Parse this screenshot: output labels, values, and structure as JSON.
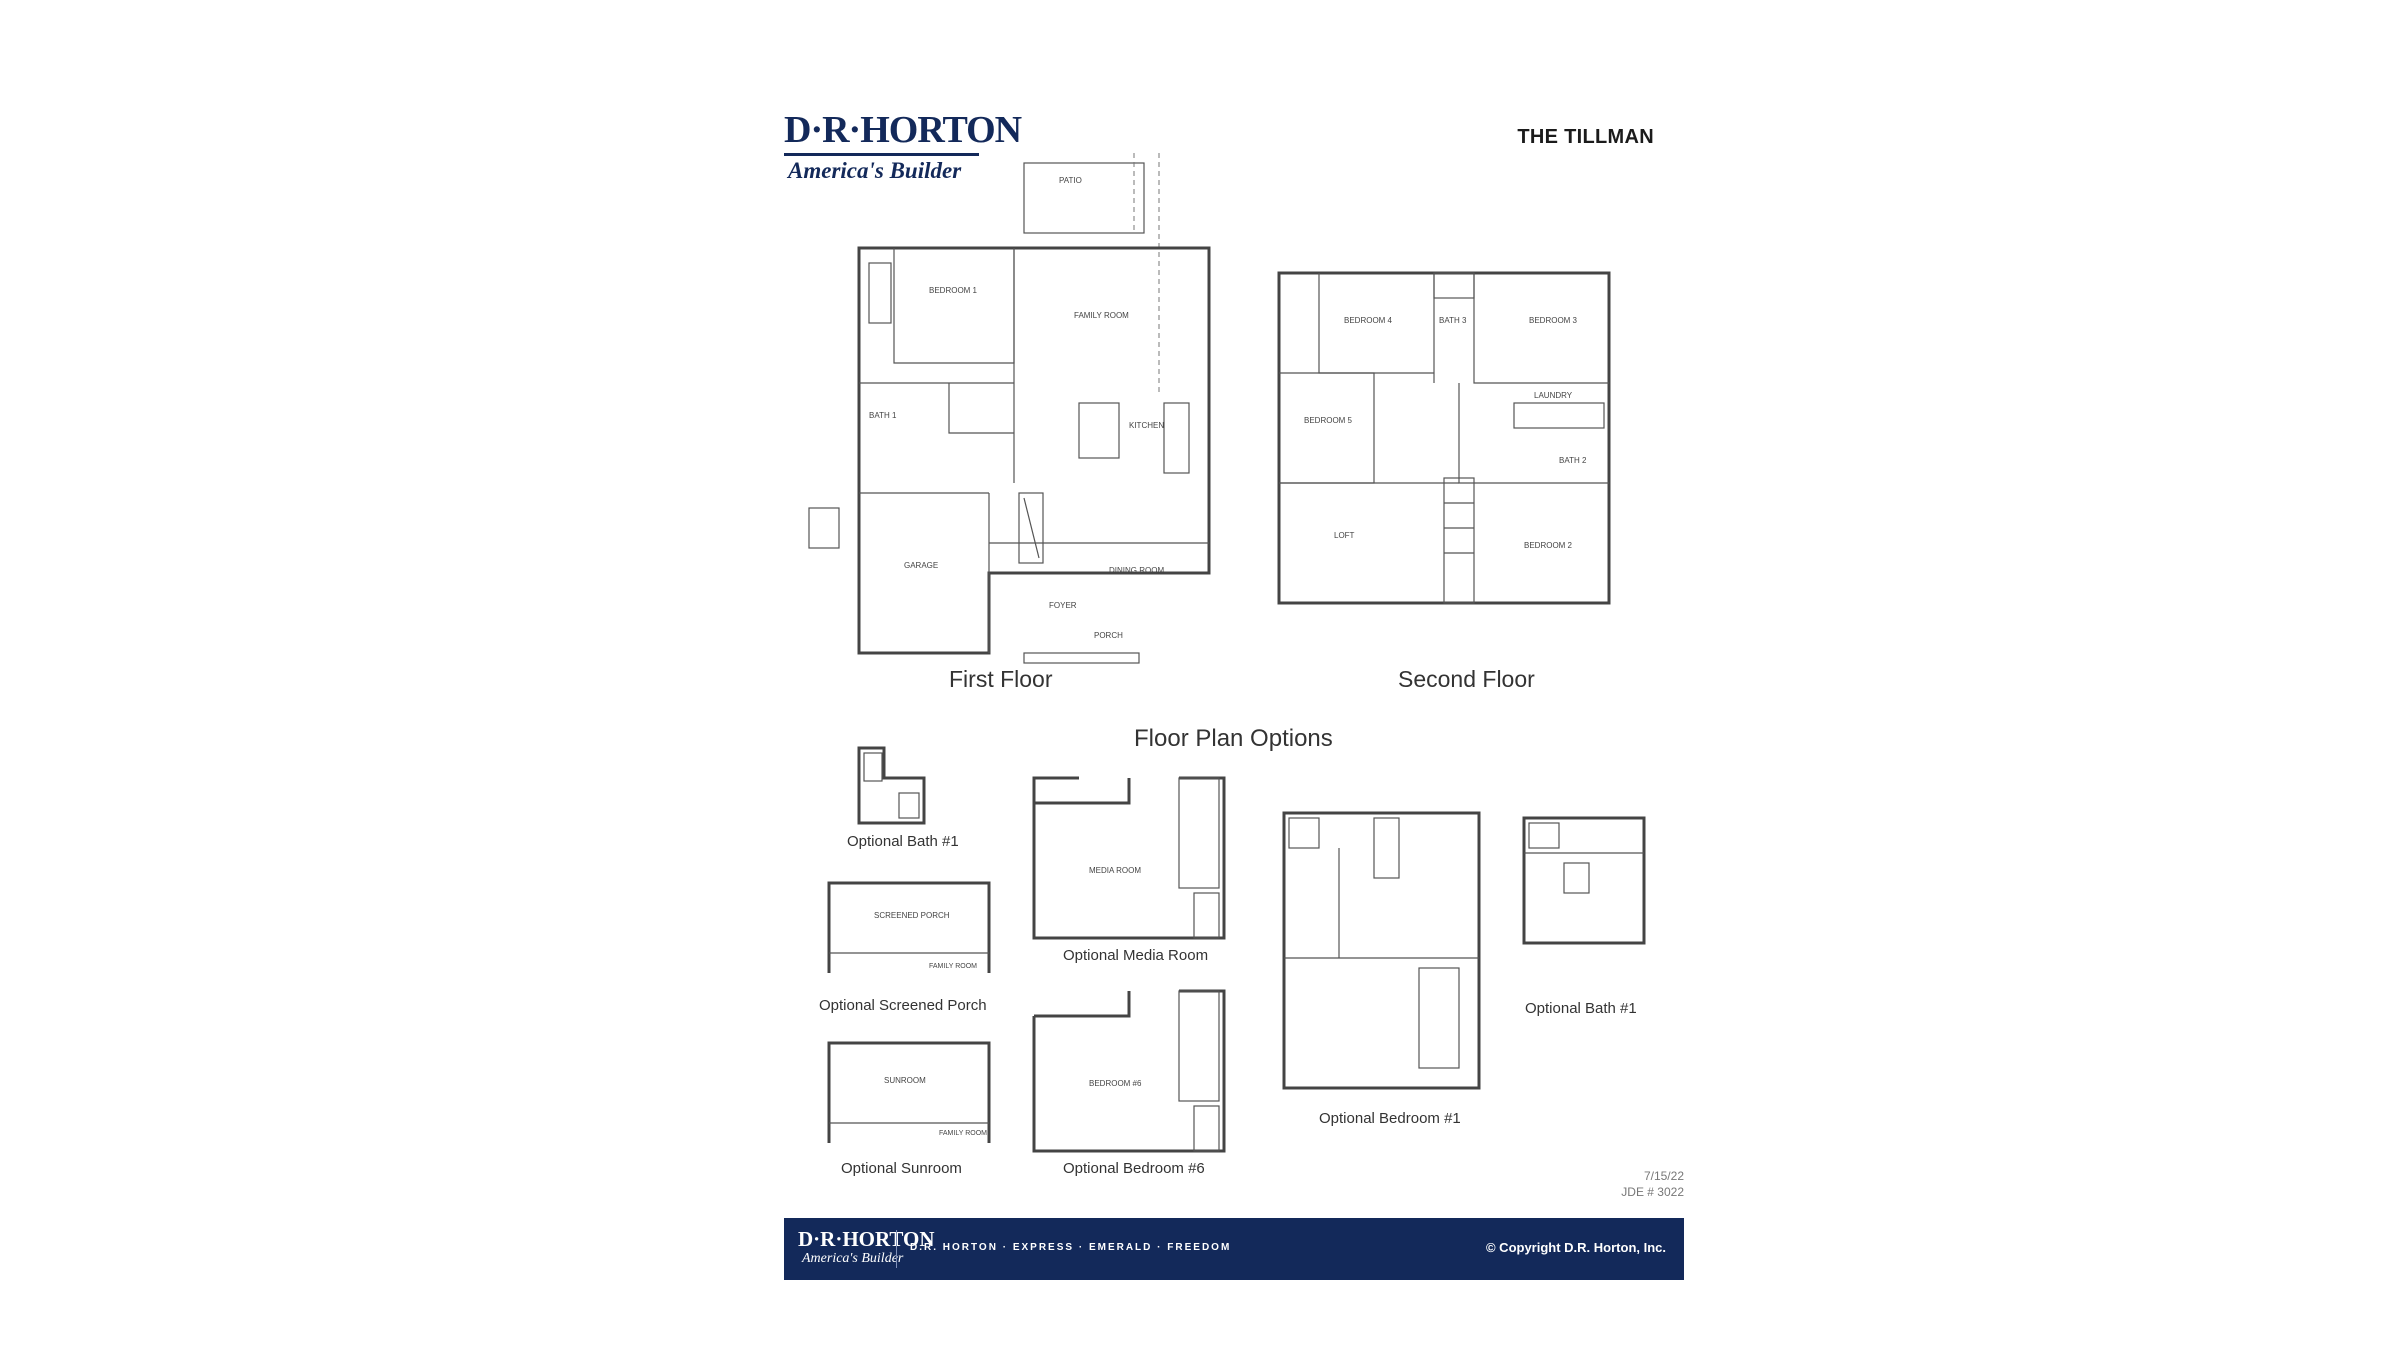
{
  "brand": {
    "name": "D·R·HORTON",
    "tagline": "America's Builder"
  },
  "plan_name": "THE TILLMAN",
  "floors": {
    "first": "First Floor",
    "second": "Second Floor"
  },
  "options": {
    "title": "Floor Plan Options",
    "bath1_top": "Optional Bath #1",
    "screened_porch": "Optional Screened Porch",
    "sunroom": "Optional Sunroom",
    "media_room": "Optional Media Room",
    "bedroom6": "Optional Bedroom #6",
    "bedroom1": "Optional Bedroom #1",
    "bath1_right": "Optional Bath #1"
  },
  "revision": {
    "date": "7/15/22",
    "jde": "JDE # 3022"
  },
  "footer": {
    "brands": "D.R. HORTON · EXPRESS · EMERALD · FREEDOM",
    "copyright": "© Copyright D.R. Horton, Inc."
  },
  "colors": {
    "brand_navy": "#13295a"
  },
  "rooms": {
    "bedroom1": "BEDROOM 1",
    "family_room": "FAMILY ROOM",
    "kitchen": "KITCHEN",
    "garage": "GARAGE",
    "dining_room": "DINING ROOM",
    "foyer": "FOYER",
    "porch": "PORCH",
    "patio": "PATIO",
    "bath1": "BATH 1",
    "bedroom4": "BEDROOM 4",
    "bedroom3": "BEDROOM 3",
    "bedroom5": "BEDROOM 5",
    "bedroom2": "BEDROOM 2",
    "loft": "LOFT",
    "laundry": "LAUNDRY",
    "bath2": "BATH 2",
    "bath3": "BATH 3",
    "screened_porch": "SCREENED PORCH",
    "sunroom": "SUNROOM",
    "media_room": "MEDIA ROOM",
    "bedroom6": "BEDROOM #6",
    "family_room_opt": "FAMILY ROOM"
  }
}
